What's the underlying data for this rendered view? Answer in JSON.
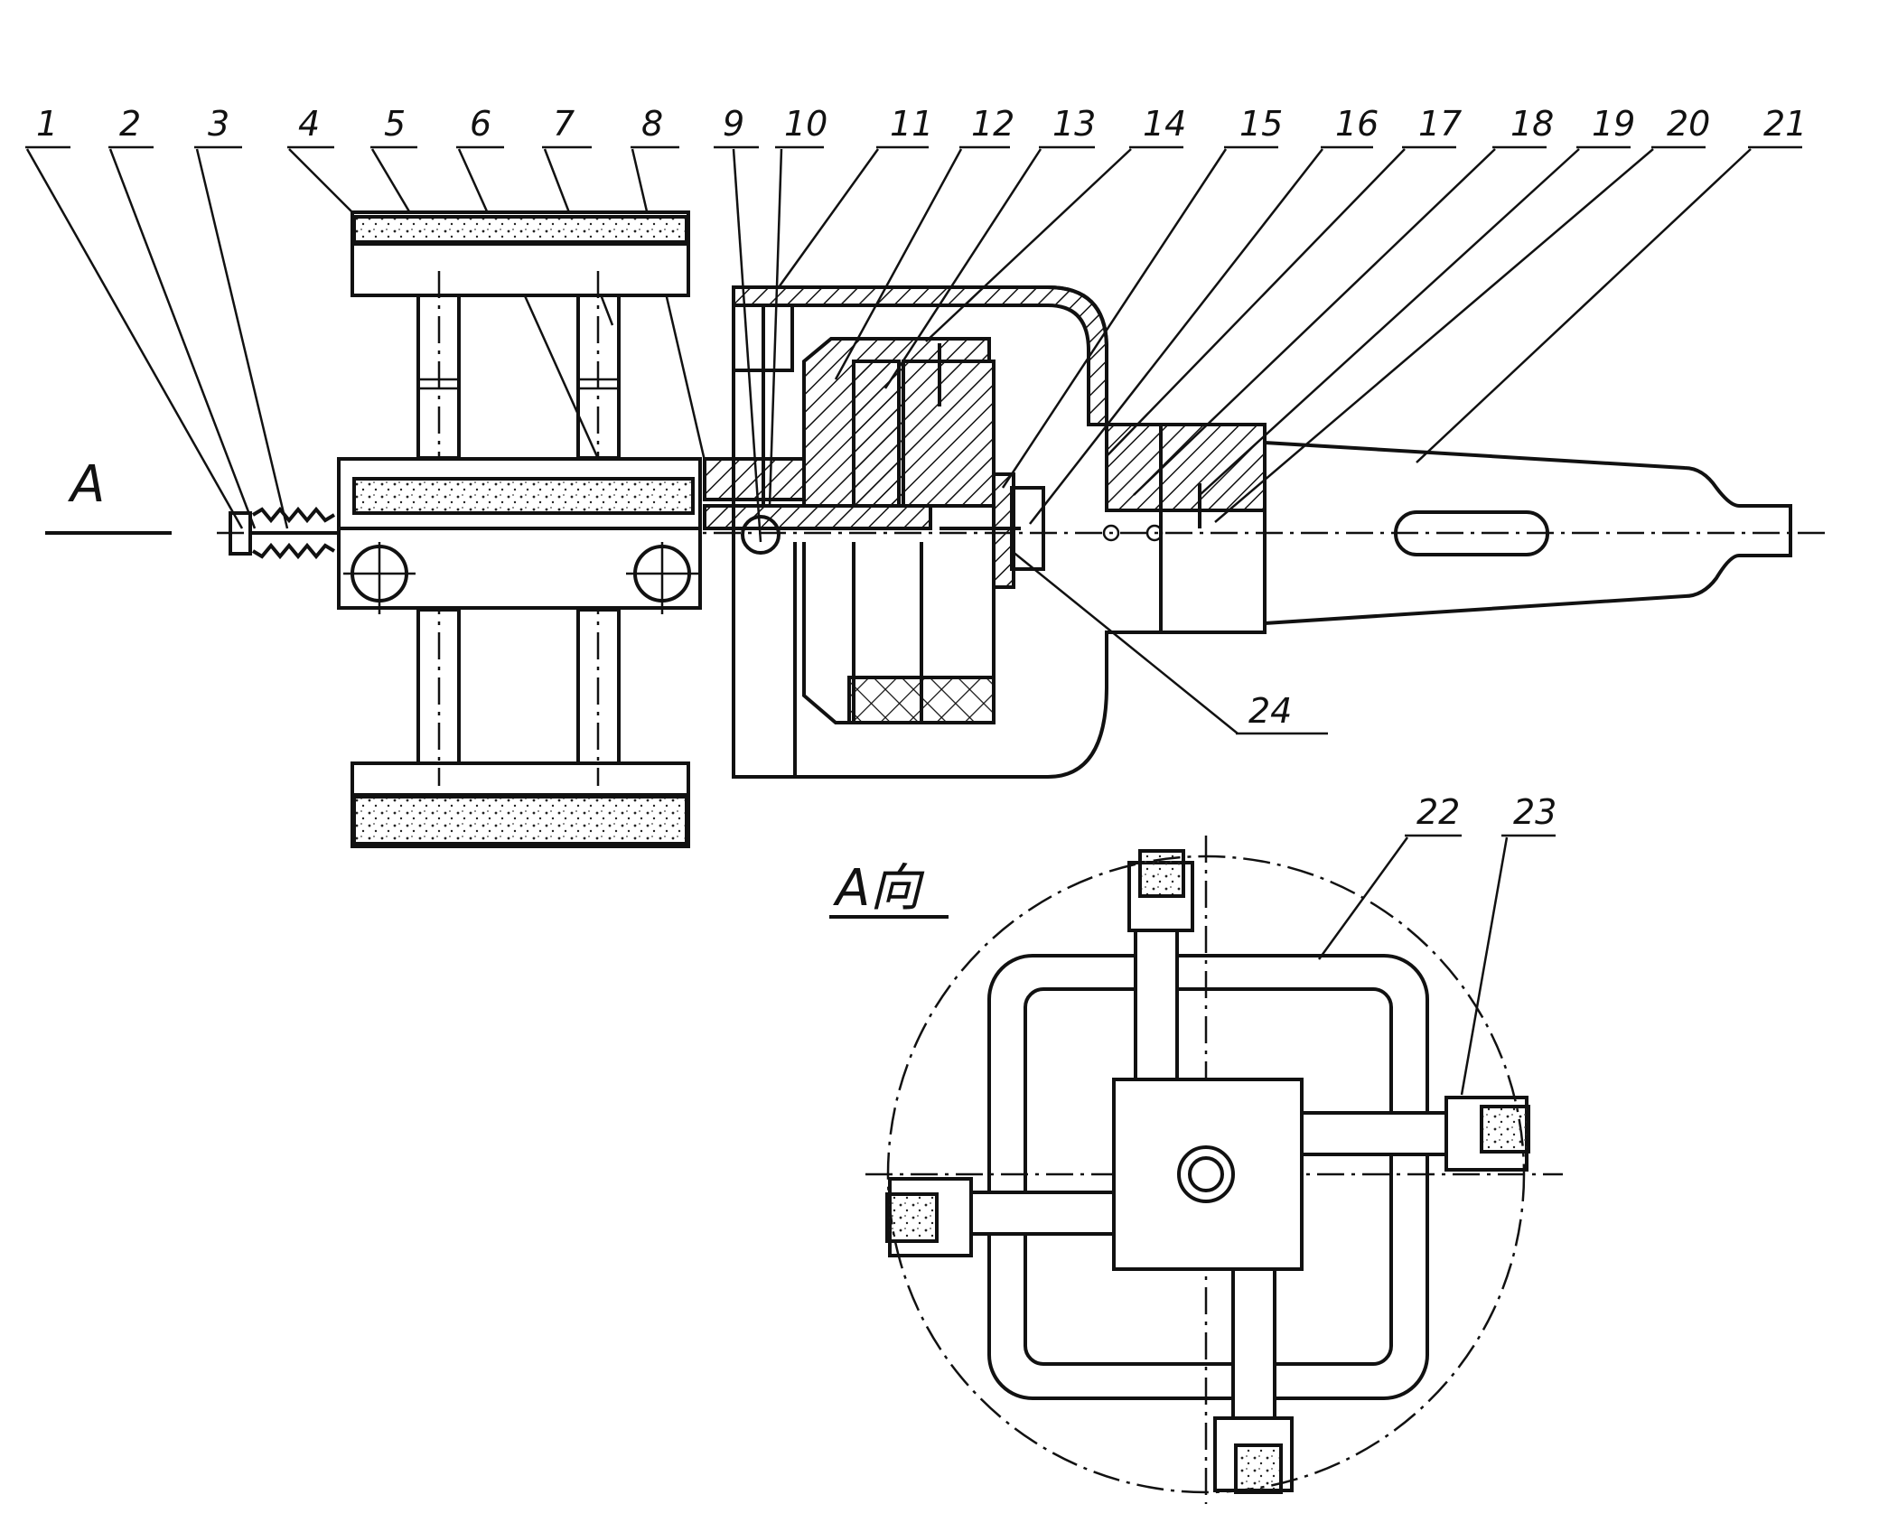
{
  "labels": {
    "callouts": [
      "1",
      "2",
      "3",
      "4",
      "5",
      "6",
      "7",
      "8",
      "9",
      "10",
      "11",
      "12",
      "13",
      "14",
      "15",
      "16",
      "17",
      "18",
      "19",
      "20",
      "21"
    ],
    "callout_24": "24",
    "callout_22": "22",
    "callout_23": "23",
    "section_marker": "A",
    "view_title": "A向"
  }
}
